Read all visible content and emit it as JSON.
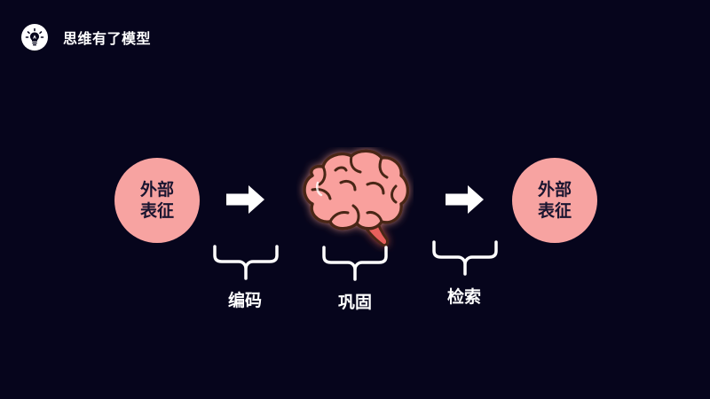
{
  "header": {
    "title": "思维有了模型",
    "logo_icon": "lightbulb-icon"
  },
  "diagram": {
    "left_circle": "外部表征",
    "right_circle": "外部表征",
    "stages": [
      "编码",
      "巩固",
      "检索"
    ],
    "arrow_icon": "arrow-right-icon",
    "bracket_icon": "curly-brace-icon",
    "brain_icon": "brain-icon"
  },
  "colors": {
    "background": "#06051c",
    "circle_fill": "#f7a3a1",
    "brain_fill": "#f9a09d",
    "brain_outline": "#4a2716",
    "text": "#ffffff"
  }
}
